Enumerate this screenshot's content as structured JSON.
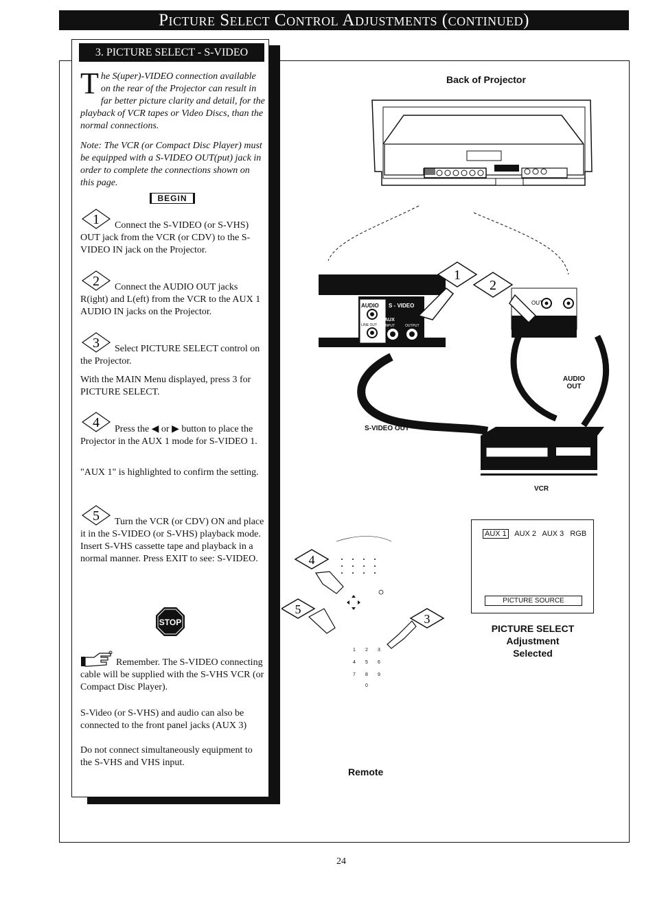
{
  "page_title": "Picture Select Control Adjustments (continued)",
  "section_title": "3. PICTURE SELECT - S-VIDEO",
  "intro": {
    "dropcap": "T",
    "text": "he S(uper)-VIDEO connection available on the rear of the Projector can result in far better picture clarity and detail, for the playback of VCR tapes or Video Discs, than the normal connections."
  },
  "note": "Note: The VCR (or Compact Disc Player) must be equipped with a S-VIDEO OUT(put) jack in order to complete the connections shown on this page.",
  "begin_label": "BEGIN",
  "steps": [
    {
      "num": "1",
      "text": "Connect the S-VIDEO (or S-VHS) OUT jack from the VCR (or CDV) to the S-VIDEO IN jack on the Projector."
    },
    {
      "num": "2",
      "text": "Connect the AUDIO OUT jacks R(ight) and L(eft) from the VCR to the AUX 1 AUDIO IN jacks on the Projector."
    },
    {
      "num": "3",
      "text": "Select PICTURE SELECT control on the Projector.",
      "extra": "With the MAIN Menu displayed, press 3 for PICTURE SELECT."
    },
    {
      "num": "4",
      "text": "Press the ◀ or ▶ button to place the Projector in the AUX 1 mode for S-VIDEO 1.",
      "extra": "\"AUX 1\" is highlighted to confirm the setting."
    },
    {
      "num": "5",
      "text": "Turn the VCR (or CDV) ON and place it in the S-VIDEO (or S-VHS) playback mode. Insert S-VHS cassette tape and playback in a normal manner. Press EXIT to see: S-VIDEO."
    }
  ],
  "stop_label": "STOP",
  "remember": "Remember. The S-VIDEO connecting cable will be supplied with the S-VHS VCR (or Compact Disc Player).",
  "front_panel_note": "S-Video (or S-VHS) and audio can also be connected to the front panel jacks (AUX 3)",
  "warning": "Do not connect simultaneously equipment to the S-VHS and VHS input.",
  "diagram": {
    "back_of_projector": "Back of Projector",
    "panel_audio": "AUDIO",
    "panel_svideo": "S - VIDEO",
    "panel_aux": "AUX",
    "panel_line_out": "LINE OUT",
    "panel_input": "INPUT",
    "panel_output": "OUTPUT",
    "vcr_out": "OUT",
    "audio_out": "AUDIO OUT",
    "svideo_out": "S-VIDEO OUT",
    "vcr": "VCR",
    "remote": "Remote"
  },
  "menu": {
    "items": [
      "AUX 1",
      "AUX 2",
      "AUX 3",
      "RGB"
    ],
    "source": "PICTURE SOURCE",
    "caption_line1": "PICTURE SELECT",
    "caption_line2": "Adjustment",
    "caption_line3": "Selected"
  },
  "page_number": "24"
}
